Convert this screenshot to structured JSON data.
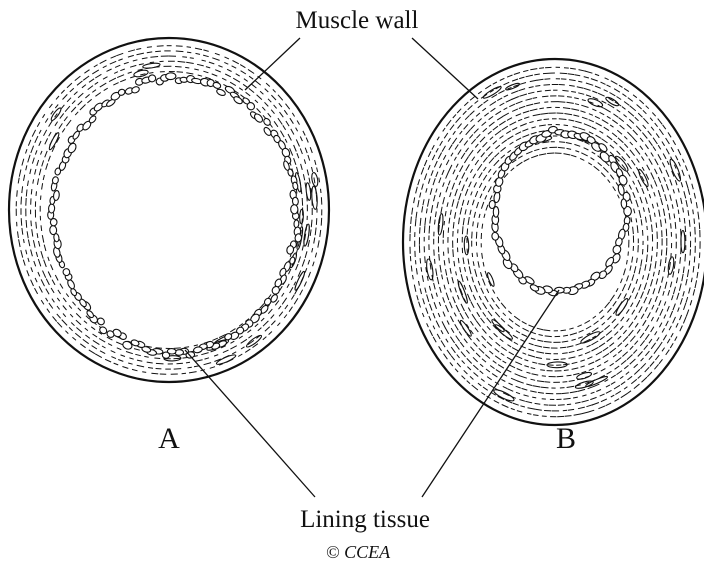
{
  "labels": {
    "muscle_wall": "Muscle wall",
    "lining_tissue": "Lining tissue",
    "vessel_a": "A",
    "vessel_b": "B",
    "copyright": "© CCEA"
  },
  "colors": {
    "ink": "#111111",
    "background": "#ffffff"
  }
}
